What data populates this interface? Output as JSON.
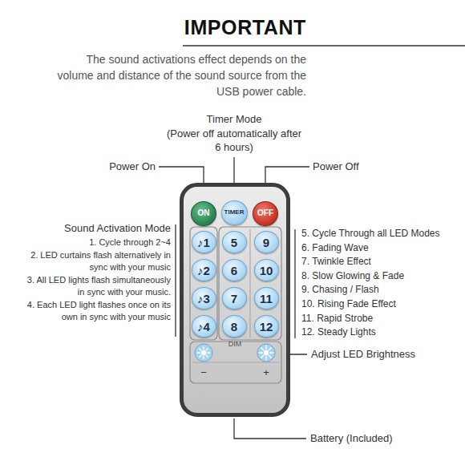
{
  "diagram": {
    "title": "IMPORTANT",
    "nodes": [
      {
        "text": [
          "DIM",
          "−",
          "+"
        ]
      },
      {
        "text": [
          "ON"
        ],
        "in": 0
      },
      {
        "text": [
          "TIMER"
        ],
        "in": 0
      },
      {
        "text": [
          "OFF"
        ],
        "in": 0
      },
      {
        "text": [
          "♪1"
        ],
        "in": 0
      },
      {
        "text": [
          "5"
        ],
        "in": 0
      },
      {
        "text": [
          "9"
        ],
        "in": 0
      },
      {
        "text": [
          "♪2"
        ],
        "in": 0
      },
      {
        "text": [
          "6"
        ],
        "in": 0
      },
      {
        "text": [
          "10"
        ],
        "in": 0
      },
      {
        "text": [
          "♪3"
        ],
        "in": 0
      },
      {
        "text": [
          "7"
        ],
        "in": 0
      },
      {
        "text": [
          "11"
        ],
        "in": 0
      },
      {
        "text": [
          "♪4"
        ],
        "in": 0
      },
      {
        "text": [
          "8"
        ],
        "in": 0
      },
      {
        "text": [
          "12"
        ],
        "in": 0
      }
    ],
    "labels": [
      "The sound activations effect depends on the volume and distance of the sound source from the USB power cable.",
      "Timer Mode",
      "(Power off automatically after 6 hours)",
      "Power On",
      "Power Off",
      "Sound Activation Mode",
      "1. Cycle through 2~4",
      "2. LED curtains flash alternatively in sync with your music",
      "3. All LED lights flash simultaneously in sync with your music.",
      "4. Each LED light flashes once on its own in sync with your music",
      "5. Cycle Through all LED Modes",
      "6. Fading Wave",
      "7. Twinkle Effect",
      "8. Slow Glowing & Fade",
      "9. Chasing / Flash",
      "10. Rising Fade Effect",
      "11. Rapid Strobe",
      "12. Steady Lights",
      "Adjust LED Brightness",
      "Battery (Included)"
    ]
  }
}
